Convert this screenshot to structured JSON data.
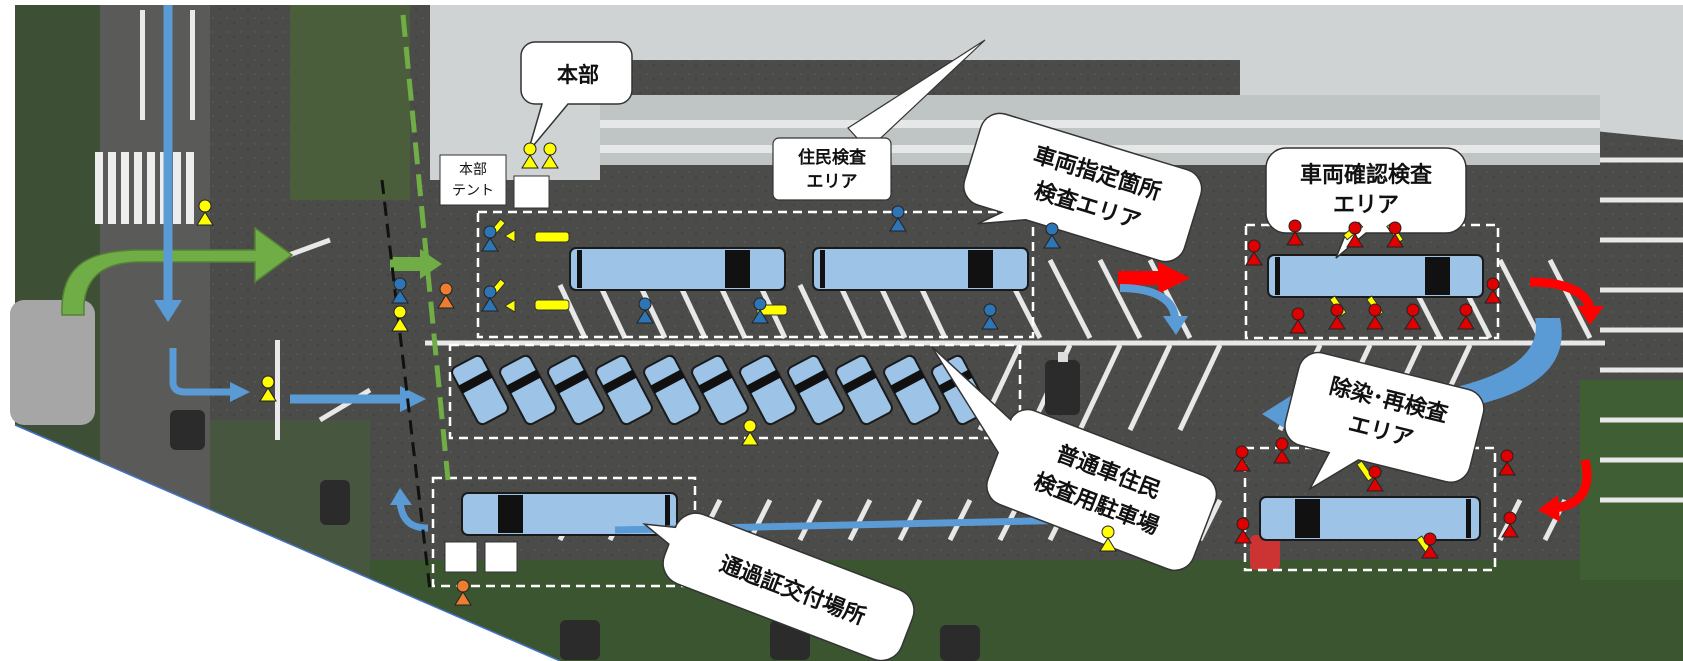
{
  "labels": {
    "honbu": "本部",
    "honbu_tent": [
      "本部",
      "テント"
    ],
    "resident_inspection": [
      "住民検査",
      "エリア"
    ],
    "vehicle_designated": [
      "車両指定箇所",
      "検査エリア"
    ],
    "vehicle_confirm": [
      "車両確認検査",
      "エリア"
    ],
    "decon": [
      "除染･再検査",
      "エリア"
    ],
    "parking": [
      "普通車住民",
      "検査用駐車場"
    ],
    "pass_issue": "通過証交付場所"
  },
  "colors": {
    "asphalt": "#4a4a48",
    "grass": "#3f5a33",
    "building": "#d4d6d6",
    "bus": "#9dc3e6",
    "blue_arrow": "#5b9bd5",
    "green_arrow": "#70ad47",
    "red_arrow": "#ff0000",
    "person_blue": "#2e75b6",
    "person_red": "#e00000",
    "person_yellow": "#ffff00",
    "person_orange": "#ed7d31"
  },
  "icons": [
    "person-icon",
    "bus-icon",
    "car-icon",
    "arrow-icon",
    "tent-icon",
    "speech-bubble"
  ]
}
